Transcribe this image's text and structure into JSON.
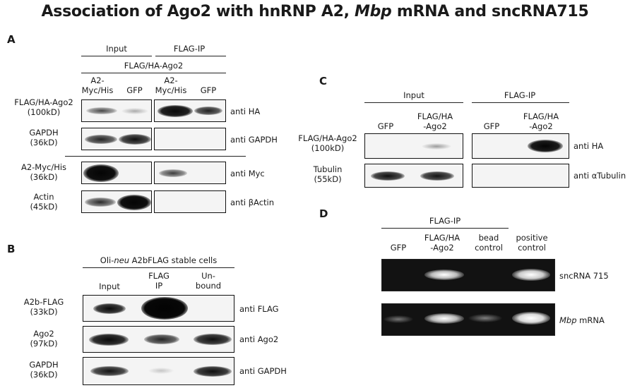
{
  "title": {
    "before": "Association of Ago2 with hnRNP A2, ",
    "italic": "Mbp",
    "after": " mRNA and sncRNA715"
  },
  "panel_a": {
    "letter": "A",
    "group_input": "Input",
    "group_ip": "FLAG-IP",
    "transfection": "FLAG/HA-Ago2",
    "lane1_line1": "A2-",
    "lane1_line2": "Myc/His",
    "lane2": "GFP",
    "rows": [
      {
        "protein": "FLAG/HA-Ago2",
        "mw": "(100kD)",
        "antibody": "anti HA"
      },
      {
        "protein": "GAPDH",
        "mw": "(36kD)",
        "antibody": "anti GAPDH"
      },
      {
        "protein": "A2-Myc/His",
        "mw": "(36kD)",
        "antibody": "anti Myc"
      },
      {
        "protein": "Actin",
        "mw": "(45kD)",
        "antibody": "anti βActin"
      }
    ]
  },
  "panel_b": {
    "letter": "B",
    "header_pre": "Oli-",
    "header_italic": "neu",
    "header_post": " A2bFLAG stable cells",
    "lanes": [
      {
        "line1": "Input",
        "line2": ""
      },
      {
        "line1": "FLAG",
        "line2": "IP"
      },
      {
        "line1": "Un-",
        "line2": "bound"
      }
    ],
    "rows": [
      {
        "protein": "A2b-FLAG",
        "mw": "(33kD)",
        "antibody": "anti FLAG"
      },
      {
        "protein": "Ago2",
        "mw": "(97kD)",
        "antibody": "anti Ago2"
      },
      {
        "protein": "GAPDH",
        "mw": "(36kD)",
        "antibody": "anti GAPDH"
      }
    ]
  },
  "panel_c": {
    "letter": "C",
    "group_input": "Input",
    "group_ip": "FLAG-IP",
    "lane_gfp": "GFP",
    "lane_ago_line1": "FLAG/HA",
    "lane_ago_line2": "-Ago2",
    "rows": [
      {
        "protein": "FLAG/HA-Ago2",
        "mw": "(100kD)",
        "antibody": "anti HA"
      },
      {
        "protein": "Tubulin",
        "mw": "(55kD)",
        "antibody": "anti αTubulin"
      }
    ]
  },
  "panel_d": {
    "letter": "D",
    "group": "FLAG-IP",
    "lanes": [
      {
        "line1": "GFP",
        "line2": ""
      },
      {
        "line1": "FLAG/HA",
        "line2": "-Ago2"
      },
      {
        "line1": "bead",
        "line2": "control"
      },
      {
        "line1": "positive",
        "line2": "control"
      }
    ],
    "rows": [
      {
        "label": "sncRNA 715",
        "label_italic": "",
        "label_rest": ""
      },
      {
        "label": "",
        "label_italic": "Mbp",
        "label_rest": " mRNA"
      }
    ]
  }
}
